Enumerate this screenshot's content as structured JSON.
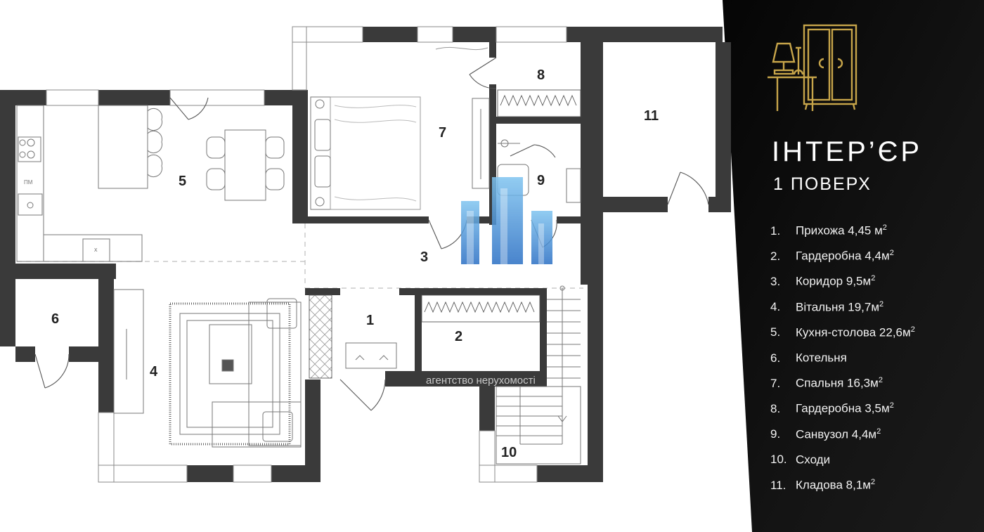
{
  "title": "ІНТЕР’ЄР",
  "subtitle": "1 ПОВЕРХ",
  "watermark": "агентство нерухомості",
  "rooms": [
    {
      "num": "1",
      "prefix": "1.",
      "label": "Прихожа 4,45 м",
      "sup": "2"
    },
    {
      "num": "2",
      "prefix": "2.",
      "label": "Гардеробна 4,4м",
      "sup": "2"
    },
    {
      "num": "3",
      "prefix": "3.",
      "label": "Коридор 9,5м",
      "sup": "2"
    },
    {
      "num": "4",
      "prefix": "4.",
      "label": "Вітальня 19,7м",
      "sup": "2"
    },
    {
      "num": "5",
      "prefix": "5.",
      "label": "Кухня-столова 22,6м",
      "sup": "2"
    },
    {
      "num": "6",
      "prefix": "6.",
      "label": "Котельня",
      "sup": ""
    },
    {
      "num": "7",
      "prefix": "7.",
      "label": "Спальня 16,3м",
      "sup": "2"
    },
    {
      "num": "8",
      "prefix": "8.",
      "label": "Гардеробна 3,5м",
      "sup": "2"
    },
    {
      "num": "9",
      "prefix": "9.",
      "label": "Санвузол 4,4м",
      "sup": "2"
    },
    {
      "num": "10",
      "prefix": "10.",
      "label": "Сходи",
      "sup": ""
    },
    {
      "num": "11",
      "prefix": "11.",
      "label": "Кладова 8,1м",
      "sup": "2"
    }
  ],
  "colors": {
    "wall": "#3a3a3a",
    "panel": "#0d0d0d",
    "gold": "#c7a54a",
    "logo_blue": "#3d8fd6"
  },
  "icons": [
    "lamp-table-icon",
    "wardrobe-icon",
    "agency-logo"
  ]
}
